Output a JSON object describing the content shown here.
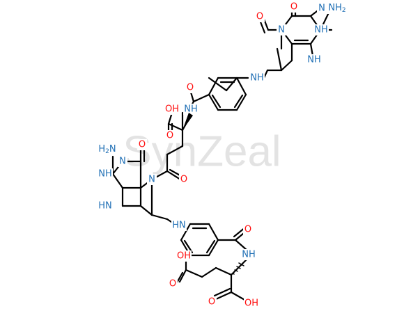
{
  "watermark": "SynZeal",
  "colors": {
    "bond": "#000000",
    "oxygen": "#ff0d0d",
    "nitrogen": "#1f6fb5",
    "watermark": "#e3e3e3"
  },
  "labels": {
    "top_nh2": "NH",
    "top_nh2_sub": "2",
    "top_n_ring": "N",
    "top_o_keto": "O",
    "top_n_formyl": "N",
    "top_o_formyl": "O",
    "top_nh_1": "NH",
    "top_nh_2": "NH",
    "top_linker_nh": "NH",
    "mid_o_amide": "O",
    "mid_nh_amide": "NH",
    "mid_oh_acid": "OH",
    "mid_o_acid": "O",
    "left_nh2": "H",
    "left_nh2_n": "N",
    "left_nh2_sub": "2",
    "left_n_ring": "N",
    "left_o_keto": "O",
    "left_nh_1": "NH",
    "left_nh_2": "HN",
    "left_n_acyl": "N",
    "mid_o_acyl": "O",
    "low_linker_nh": "HN",
    "low_o_amide": "O",
    "low_nh_amide": "NH",
    "low_oh_acid": "OH",
    "low_o_acid1": "O",
    "low_o_acid2": "O",
    "low_oh_acid2": "OH"
  }
}
